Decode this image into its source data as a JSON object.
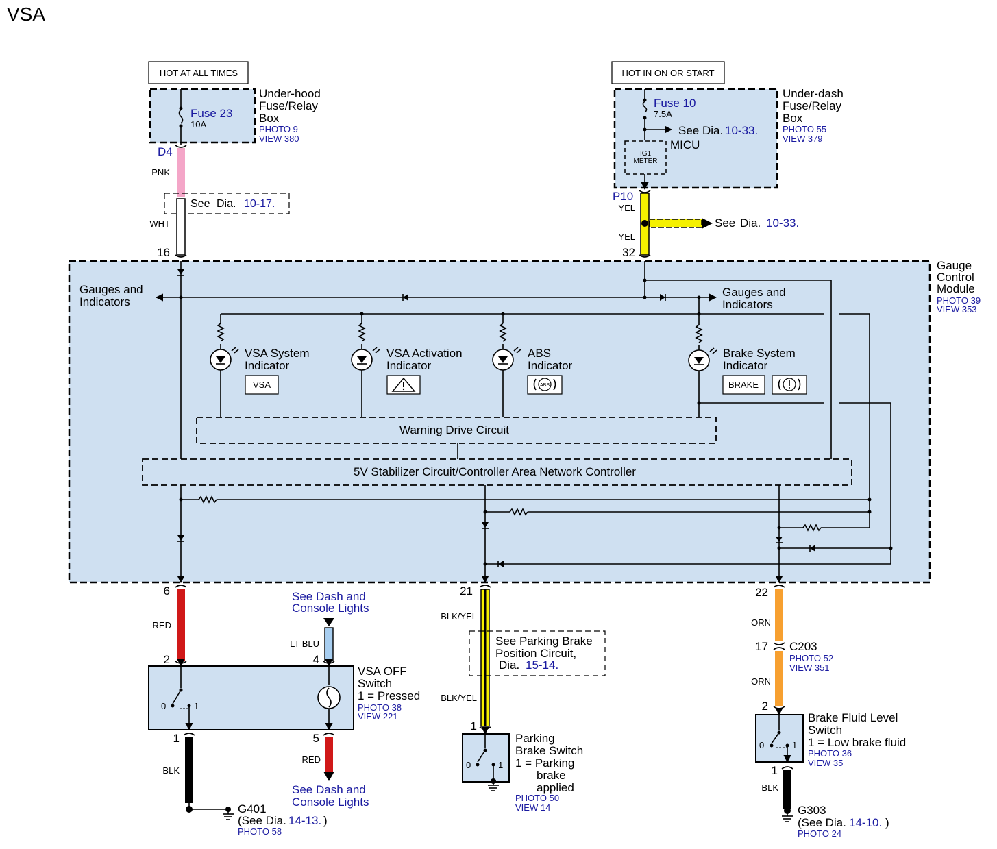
{
  "title": "VSA",
  "power": {
    "left_header": "HOT AT ALL TIMES",
    "right_header": "HOT IN ON OR START"
  },
  "underhood_box": {
    "fuse_name": "Fuse 23",
    "fuse_rating": "10A",
    "label_line1": "Under-hood",
    "label_line2": "Fuse/Relay",
    "label_line3": "Box",
    "photo": "PHOTO 9",
    "view": "VIEW 380",
    "connector": "D4"
  },
  "underdash_box": {
    "fuse_name": "Fuse 10",
    "fuse_rating": "7.5A",
    "see_ref_prefix": "See Dia.",
    "see_ref_num": "10-33.",
    "micu": "MICU",
    "ig1_line1": "IG1",
    "ig1_line2": "METER",
    "label_line1": "Under-dash",
    "label_line2": "Fuse/Relay",
    "label_line3": "Box",
    "photo": "PHOTO 55",
    "view": "VIEW 379",
    "connector": "P10"
  },
  "wires": {
    "pnk": "PNK",
    "wht": "WHT",
    "yel_top": "YEL",
    "yel_bottom": "YEL",
    "red_top": "RED",
    "lt_blu": "LT BLU",
    "red_bottom": "RED",
    "blk_left": "BLK",
    "blk_yel_top": "BLK/YEL",
    "blk_yel_bottom": "BLK/YEL",
    "orn_top": "ORN",
    "orn_bottom": "ORN",
    "blk_right": "BLK"
  },
  "splice_left": {
    "see": "See",
    "dia": "Dia.",
    "num": "10-17."
  },
  "splice_right": {
    "see": "See",
    "dia": "Dia.",
    "num": "10-33."
  },
  "gauge_module": {
    "label_line1": "Gauge",
    "label_line2": "Control",
    "label_line3": "Module",
    "photo": "PHOTO 39",
    "view": "VIEW 353",
    "pin_16": "16",
    "pin_32": "32",
    "gauges_left_1": "Gauges and",
    "gauges_left_2": "Indicators",
    "gauges_right_1": "Gauges and",
    "gauges_right_2": "Indicators",
    "indicators": [
      {
        "line1": "VSA System",
        "line2": "Indicator",
        "icon_text": "VSA"
      },
      {
        "line1": "VSA Activation",
        "line2": "Indicator",
        "icon_text": ""
      },
      {
        "line1": "ABS",
        "line2": "Indicator",
        "icon_text": "ABS"
      },
      {
        "line1": "Brake System",
        "line2": "Indicator",
        "icon_text": "BRAKE"
      }
    ],
    "warning_drive": "Warning Drive Circuit",
    "stabilizer": "5V Stabilizer Circuit/Controller Area Network Controller",
    "pin_6": "6",
    "pin_21": "21",
    "pin_22": "22"
  },
  "vsa_off_switch": {
    "line1": "VSA OFF",
    "line2": "Switch",
    "line3": "1 = Pressed",
    "photo": "PHOTO 38",
    "view": "VIEW 221",
    "pin_2": "2",
    "pin_4": "4",
    "pin_1": "1",
    "pin_5": "5",
    "pos0": "0",
    "pos1": "1",
    "see_dash_top_1": "See Dash and",
    "see_dash_top_2": "Console Lights",
    "see_dash_bot_1": "See Dash and",
    "see_dash_bot_2": "Console Lights"
  },
  "g401": {
    "name": "G401",
    "see_prefix": "(See Dia.",
    "see_num": "14-13.",
    "see_suffix": ")",
    "photo": "PHOTO 58"
  },
  "parking_ref": {
    "line1": "See Parking Brake",
    "line2": "Position Circuit,",
    "line3_prefix": "Dia.",
    "line3_num": "15-14."
  },
  "parking_switch": {
    "line1": "Parking",
    "line2": "Brake Switch",
    "line3": "1 = Parking",
    "line4": "brake",
    "line5": "applied",
    "photo": "PHOTO 50",
    "view": "VIEW 14",
    "pin_1": "1",
    "pos0": "0",
    "pos1": "1"
  },
  "c203": {
    "name": "C203",
    "pin": "17",
    "photo": "PHOTO 52",
    "view": "VIEW 351"
  },
  "brake_fluid_switch": {
    "line1": "Brake Fluid Level",
    "line2": "Switch",
    "line3": "1 = Low brake fluid",
    "photo": "PHOTO 36",
    "view": "VIEW 35",
    "pin_2": "2",
    "pin_1": "1",
    "pos0": "0",
    "pos1": "1"
  },
  "g303": {
    "name": "G303",
    "see_prefix": "(See Dia.",
    "see_num": "14-10.",
    "see_suffix": ")",
    "photo": "PHOTO 24"
  },
  "colors": {
    "box_fill": "#cfe0f1",
    "pnk": "#f4a6c8",
    "yel": "#f5f000",
    "red": "#d01818",
    "lt_blu": "#a8cef0",
    "orn": "#f7a030",
    "blk": "#000000",
    "ref_blue": "#1a1aa0"
  }
}
